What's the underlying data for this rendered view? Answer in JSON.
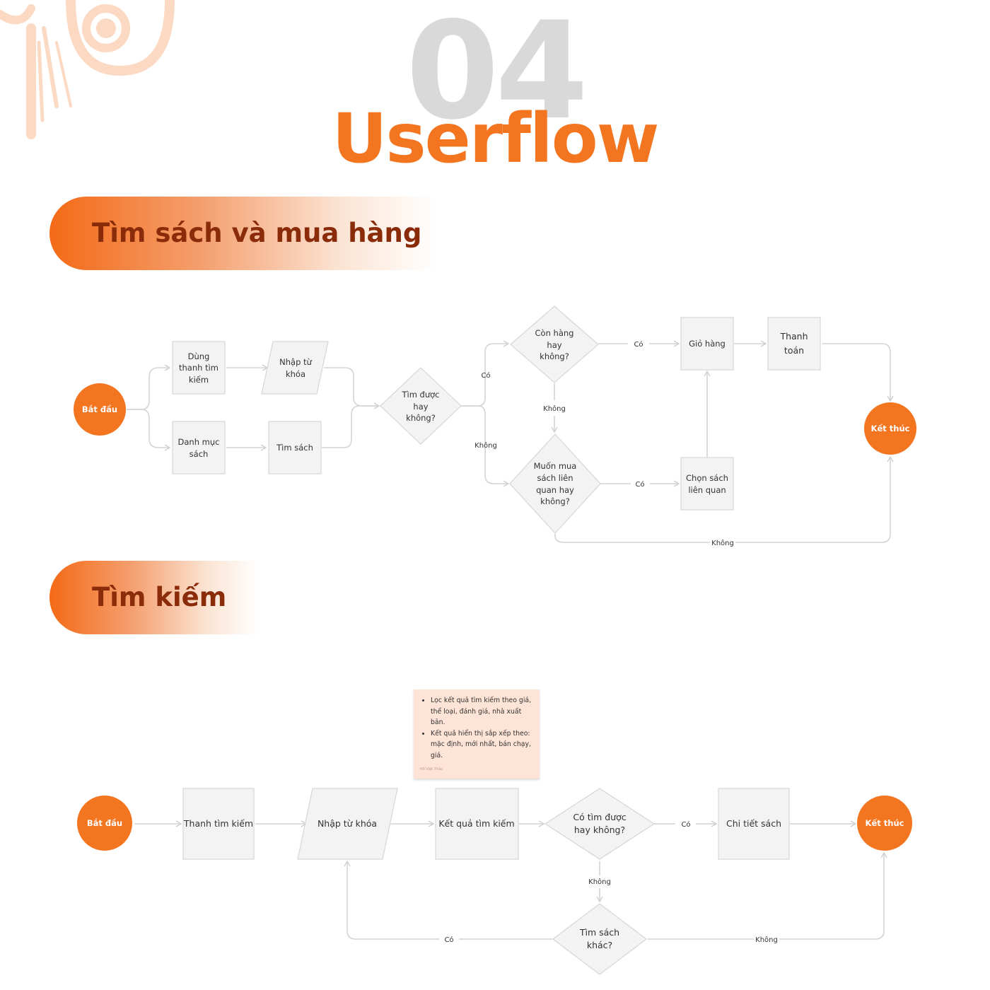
{
  "header": {
    "number": "04",
    "title": "Userflow"
  },
  "section1": {
    "title": "Tìm sách và mua hàng",
    "start": "Bắt đầu",
    "end": "Kết thúc",
    "step_search_bar": [
      "Dùng",
      "thanh tìm",
      "kiếm"
    ],
    "step_keyword": [
      "Nhập từ",
      "khóa"
    ],
    "step_category": [
      "Danh mục",
      "sách"
    ],
    "step_find": "Tìm sách",
    "decision_found": [
      "Tìm được",
      "hay",
      "không?"
    ],
    "decision_stock": [
      "Còn hàng",
      "hay",
      "không?"
    ],
    "decision_related": [
      "Muốn mua",
      "sách liên",
      "quan hay",
      "không?"
    ],
    "step_cart": "Giỏ hàng",
    "step_pay": [
      "Thanh",
      "toán"
    ],
    "step_related": [
      "Chọn sách",
      "liên quan"
    ],
    "yes": "Có",
    "no": "Không"
  },
  "section2": {
    "title": "Tìm kiếm",
    "start": "Bắt đầu",
    "end": "Kết thúc",
    "step_search_bar": "Thanh tìm kiếm",
    "step_keyword": "Nhập từ khóa",
    "step_results": "Kết quả tìm kiếm",
    "decision_found": [
      "Có tìm được",
      "hay không?"
    ],
    "step_detail": "Chi tiết sách",
    "decision_other": [
      "Tìm sách",
      "khác?"
    ],
    "yes": "Có",
    "no": "Không",
    "note": {
      "items": [
        "Lọc kết quả tìm kiếm theo giá, thể loại, đánh giá, nhà xuất bản.",
        "Kết quả hiển thị sắp xếp theo: mặc định, mới nhất, bán chạy, giá."
      ],
      "author": "Hồ Việt Thảo"
    }
  },
  "colors": {
    "accent": "#f47520",
    "heading_text": "#8a2b0a",
    "deco": "#fbd9c3",
    "node_fill": "#f3f3f3"
  }
}
